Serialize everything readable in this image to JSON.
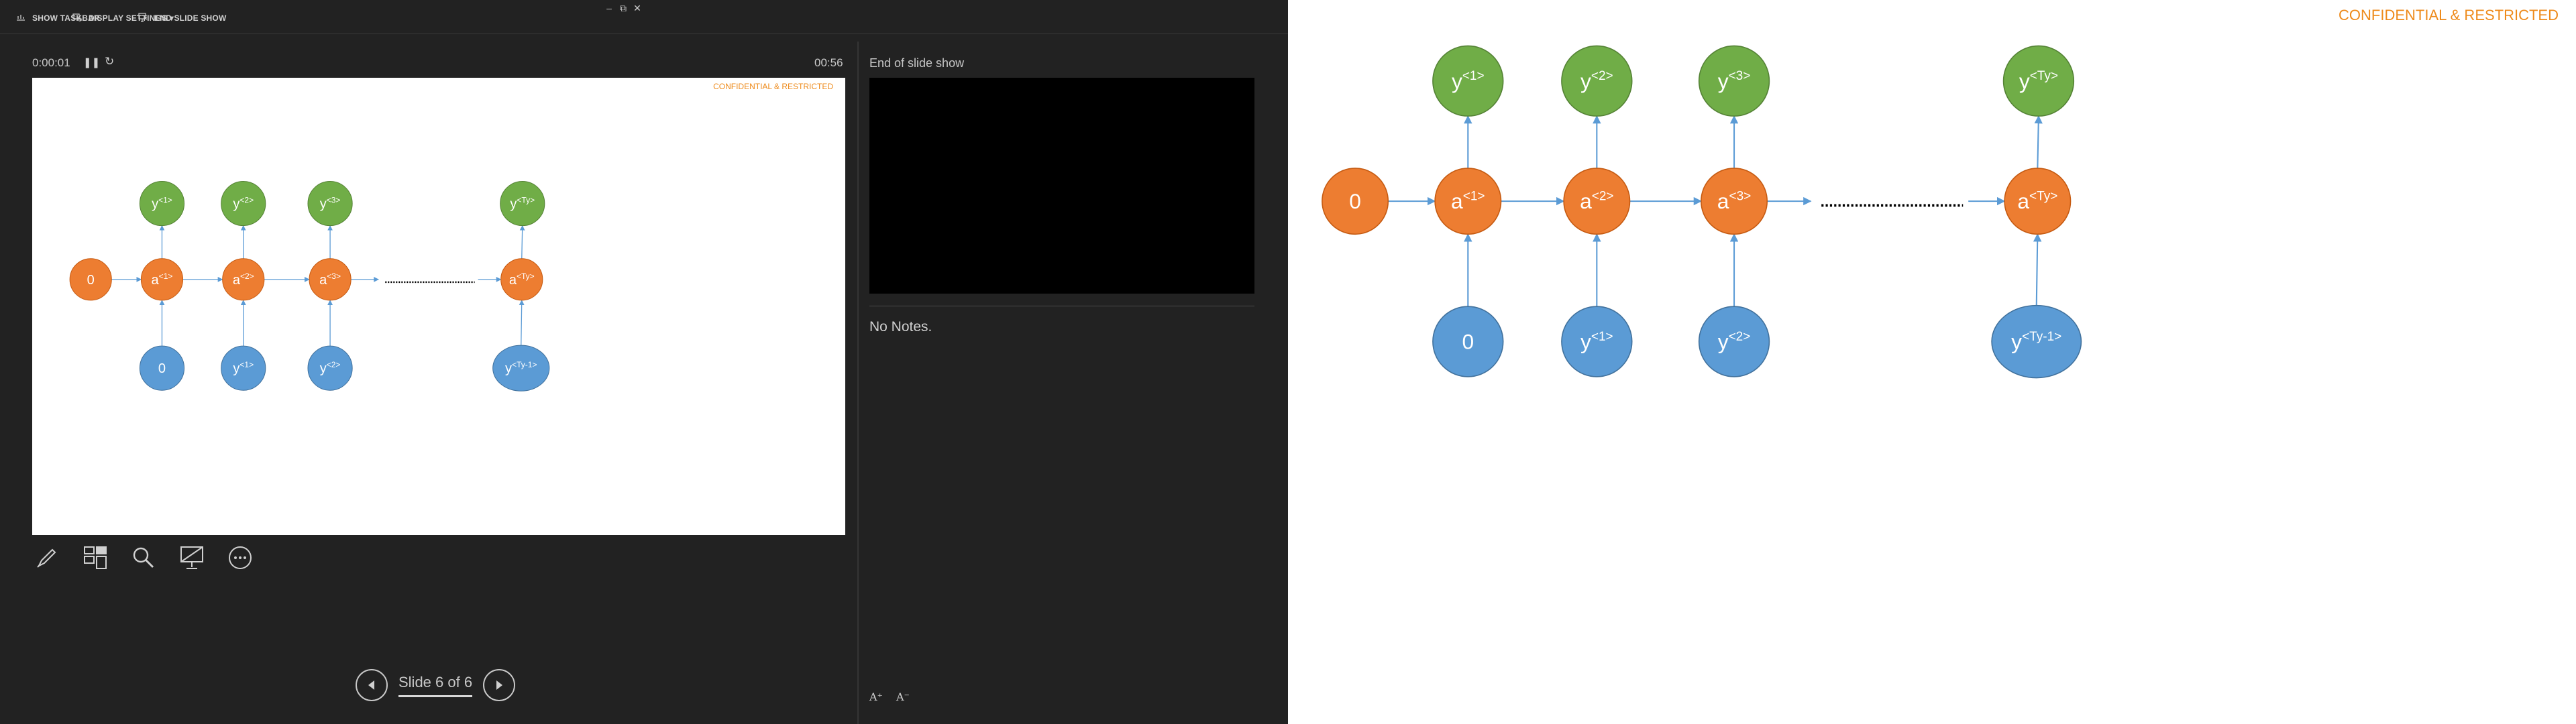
{
  "toolbar": {
    "show_taskbar": "SHOW TASKBAR",
    "display_settings": "DISPLAY SETTINGS ▾",
    "end_slide_show": "END SLIDE SHOW"
  },
  "window_controls": {
    "minimize": "–",
    "restore": "⧉",
    "close": "✕"
  },
  "presenter": {
    "timer": "0:00:01",
    "pause_icon": "❚❚",
    "reset_icon": "↻",
    "clock": "00:56",
    "next_slide_label": "End of slide show",
    "notes": "No Notes.",
    "slide_counter": "Slide 6 of 6",
    "font_increase": "A⁺",
    "font_decrease": "A⁻"
  },
  "slide": {
    "confidential": "CONFIDENTIAL & RESTRICTED",
    "nodes": {
      "zero_init": "0",
      "zero_in": "0",
      "a1": {
        "base": "a",
        "sup": "<1>"
      },
      "a2": {
        "base": "a",
        "sup": "<2>"
      },
      "a3": {
        "base": "a",
        "sup": "<3>"
      },
      "aTy": {
        "base": "a",
        "sup": "<Ty>"
      },
      "y1": {
        "base": "y",
        "sup": "<1>"
      },
      "y2": {
        "base": "y",
        "sup": "<2>"
      },
      "y3": {
        "base": "y",
        "sup": "<3>"
      },
      "yTy": {
        "base": "y",
        "sup": "<Ty>"
      },
      "in_y1": {
        "base": "y",
        "sup": "<1>"
      },
      "in_y2": {
        "base": "y",
        "sup": "<2>"
      },
      "in_yTy1": {
        "base": "y",
        "sup": "<Ty-1>"
      }
    }
  },
  "colors": {
    "accent_orange": "#ee8a1a",
    "node_orange": "#ed7d31",
    "node_green": "#70ad47",
    "node_blue": "#5b9bd5",
    "arrow_blue": "#5b9bd5"
  },
  "icons": {
    "pen": "pen-icon",
    "slides_grid": "see-all-slides-icon",
    "zoom": "zoom-icon",
    "black_screen": "black-screen-icon",
    "more": "more-options-icon"
  }
}
